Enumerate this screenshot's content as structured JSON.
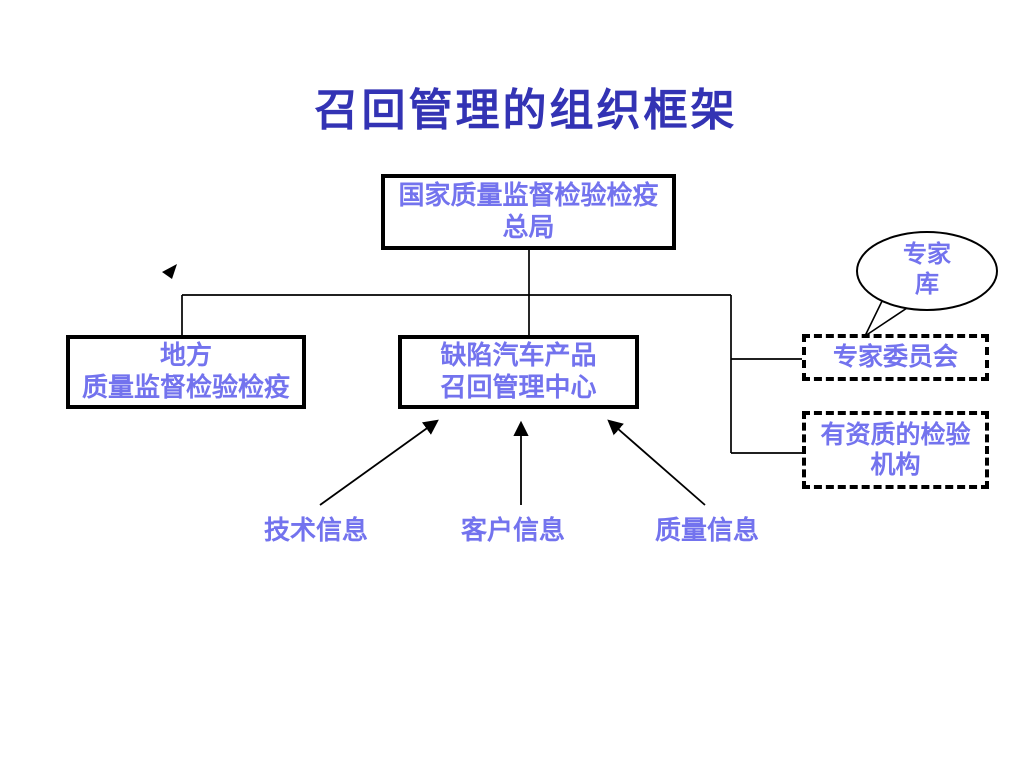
{
  "slide": {
    "title": "召回管理的组织框架"
  },
  "colors": {
    "title": "#3333b4",
    "node_text": "#7373ee",
    "line": "#000000",
    "background": "#ffffff"
  },
  "nodes": {
    "aqsiq": {
      "line1": "国家质量监督检验检疫",
      "line2": "总局",
      "border": "solid"
    },
    "local": {
      "line1": "地方",
      "line2": "质量监督检验检疫",
      "border": "solid"
    },
    "recall_center": {
      "line1": "缺陷汽车产品",
      "line2": "召回管理中心",
      "border": "solid"
    },
    "expert_committee": {
      "label": "专家委员会",
      "border": "dashed"
    },
    "qualified_inspection": {
      "line1": "有资质的检验",
      "line2": "机构",
      "border": "dashed"
    },
    "expert_pool": {
      "line1": "专家",
      "line2": "库",
      "shape": "speech-bubble"
    }
  },
  "info_labels": {
    "technical": "技术信息",
    "customer": "客户信息",
    "quality": "质量信息"
  }
}
